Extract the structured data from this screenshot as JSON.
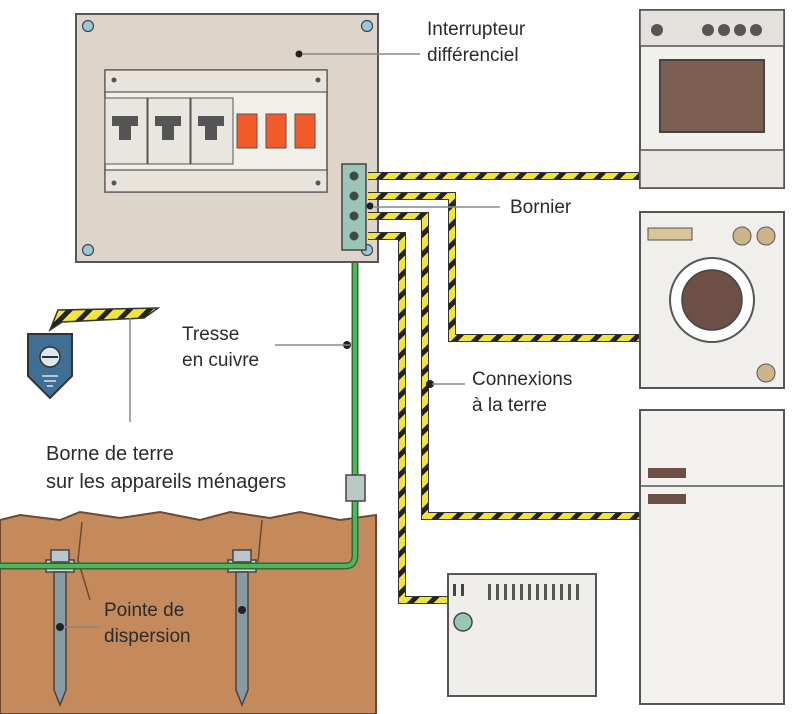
{
  "labels": {
    "breaker": [
      "Interrupteur",
      "différenciel"
    ],
    "terminal": "Bornier",
    "braid": [
      "Tresse",
      "en cuivre"
    ],
    "earth_connections": [
      "Connexions",
      "à la terre"
    ],
    "appliance_terminal": [
      "Borne de terre",
      "sur les appareils ménagers"
    ],
    "spike": [
      "Pointe de",
      "dispersion"
    ]
  },
  "colors": {
    "panel": "#ddd5ca",
    "soil": "#c58a5c",
    "earth_wire_green": "#3f9a4a",
    "earth_wire_yellow": "#f2e43a",
    "breaker_red": "#f25a2a",
    "terminal_block": "#9cc5ba",
    "spike_steel": "#8a9aa0"
  },
  "icons": [
    "electric-panel-icon",
    "terminal-block-icon",
    "oven-icon",
    "washing-machine-icon",
    "fridge-icon",
    "heater-icon",
    "ground-terminal-icon",
    "earth-spike-icon"
  ]
}
